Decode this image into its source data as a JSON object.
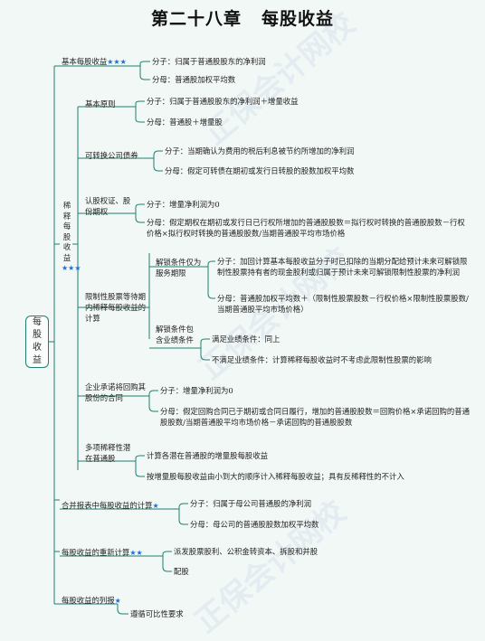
{
  "title": [
    "第二十八章",
    "每股收益"
  ],
  "root": "每股收益",
  "watermark": "正保会计网校",
  "nodes": {
    "basic_eps": "基本每股收益",
    "basic_num": "分子：归属于普通股股东的净利润",
    "basic_den": "分母：普通股加权平均数",
    "diluted": "稀释每股收益",
    "principle": "基本原则",
    "principle_num": "分子：归属于普通股股东的净利润＋增量收益",
    "principle_den": "分母：普通股＋增量股",
    "convertible": "可转换公司债券",
    "conv_num": "分子：当期确认为费用的税后利息被节约所增加的净利润",
    "conv_den": "分母：假定可转债在期初或发行日转股的股数加权平均数",
    "warrants": "认股权证、股份期权",
    "war_num": "分子：增量净利润为0",
    "war_den": "分母：假定期权在期初或发行日已行权所增加的普通股股数＝拟行权时转换的普通股股数－行权价格×拟行权时转换的普通股股数/当期普通股平均市场价格",
    "restricted": "限制性股票等待期内稀释每股收益的计算",
    "unlock_service": "解锁条件仅为服务期限",
    "rs_num": "分子：加回计算基本每股收益分子时已扣除的当期分配给预计未来可解锁限制性股票持有者的现金股利或归属于预计未来可解锁限制性股票的净利润",
    "rs_den": "分母：普通股加权平均数＋（限制性股票股数－行权价格×限制性股票股数/当期普通股平均市场价格）",
    "unlock_perf": "解锁条件包含业绩条件",
    "perf_yes": "满足业绩条件：同上",
    "perf_no": "不满足业绩条件：计算稀释每股收益时不考虑此限制性股票的影响",
    "buyback": "企业承诺将回购其股份的合同",
    "bb_num": "分子：增量净利润为0",
    "bb_den": "分母：假定回购合同已于期初或合同日履行，增加的普通股股数＝回购价格×承诺回购的普通股股数/当期普通股平均市场价格－承诺回购的普通股股数",
    "multi": "多项稀释性潜在普通股",
    "multi_1": "计算各潜在普通股的增量股每股收益",
    "multi_2": "按增量股每股收益由小到大的顺序计入稀释每股收益；具有反稀释性的不计入",
    "consolidated": "合并报表中每股收益的计算",
    "cons_num": "分子：归属于母公司普通股的净利润",
    "cons_den": "分母：母公司的普通股股数加权平均数",
    "recalc": "每股收益的重新计算",
    "recalc_1": "派发股票股利、公积金转资本、拆股和并股",
    "recalc_2": "配股",
    "presentation": "每股收益的列报",
    "pres_1": "遵循可比性要求"
  },
  "stars": {
    "basic_eps": "★★★",
    "diluted": "★★★",
    "consolidated": "★",
    "recalc": "★★",
    "presentation": "★"
  },
  "colors": {
    "line": "#1f7f6e",
    "star": "#1b6fd9",
    "background": "#f2f8f6"
  }
}
